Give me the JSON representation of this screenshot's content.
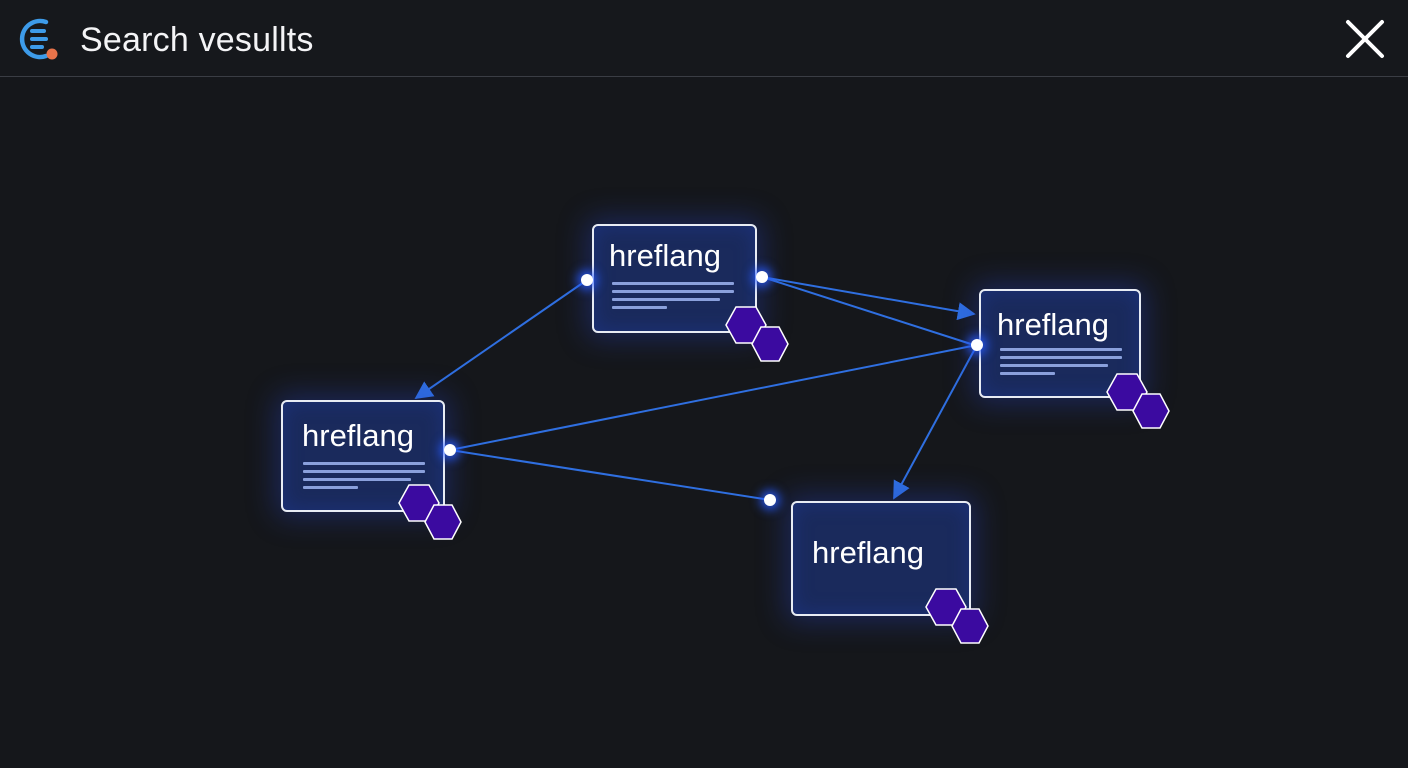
{
  "header": {
    "title": "Search vesullts",
    "logo_icon": "logo-icon",
    "close_icon": "close-icon"
  },
  "colors": {
    "background": "#15171b",
    "node_fill": "#1a2a5c",
    "node_border": "#e8ecf4",
    "edge": "#2f6fe0",
    "hexagon": "#3b0aa0",
    "logo_blue": "#3d9be9",
    "logo_accent": "#e8734a"
  },
  "nodes": [
    {
      "id": "node-top",
      "label": "hreflang"
    },
    {
      "id": "node-right",
      "label": "hreflang"
    },
    {
      "id": "node-left",
      "label": "hreflang"
    },
    {
      "id": "node-bottom",
      "label": "hreflang"
    }
  ]
}
